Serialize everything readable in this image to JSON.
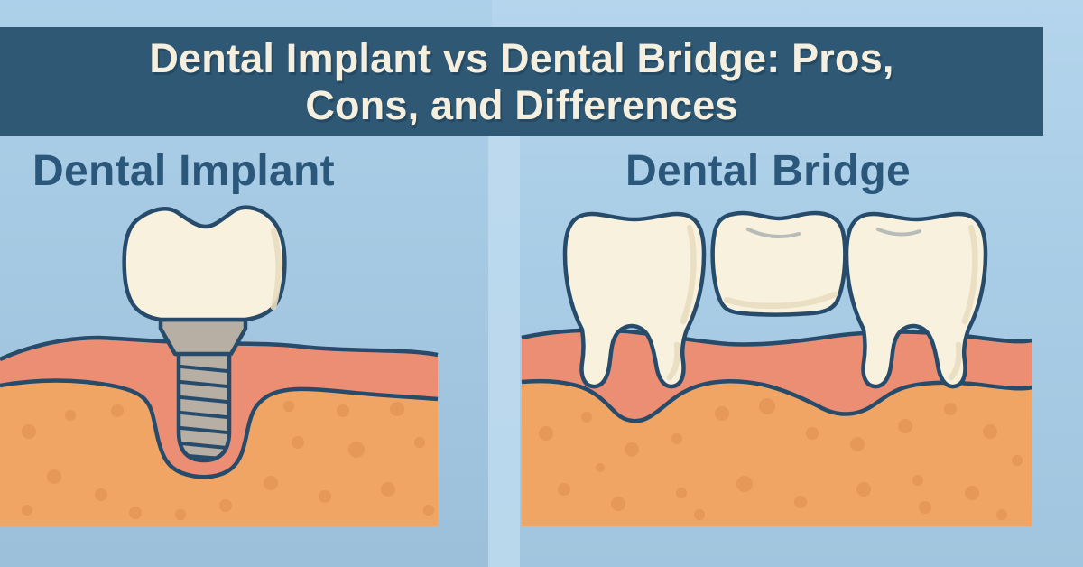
{
  "banner": {
    "title_line1": "Dental Implant vs Dental Bridge: Pros,",
    "title_line2": "Cons, and Differences"
  },
  "panels": {
    "left": {
      "label": "Dental Implant"
    },
    "right": {
      "label": "Dental Bridge"
    }
  },
  "colors": {
    "background_left_top": "#acd0e9",
    "background_left_bottom": "#9cc0da",
    "background_right_top": "#b4d5ec",
    "background_right_bottom": "#a1c5de",
    "divider": "#bedaef",
    "banner_bg": "#2f5875",
    "banner_text": "#f5efe0",
    "heading_text": "#2b587a",
    "outline": "#274b6a",
    "gum": "#ec8e73",
    "bone": "#f0a565",
    "bone_speckle": "#d98c4a",
    "tooth": "#f7f1de",
    "tooth_shade": "#e8ddc0",
    "metal": "#b7aea4",
    "tooth_highlight": "#b7bcb8"
  }
}
